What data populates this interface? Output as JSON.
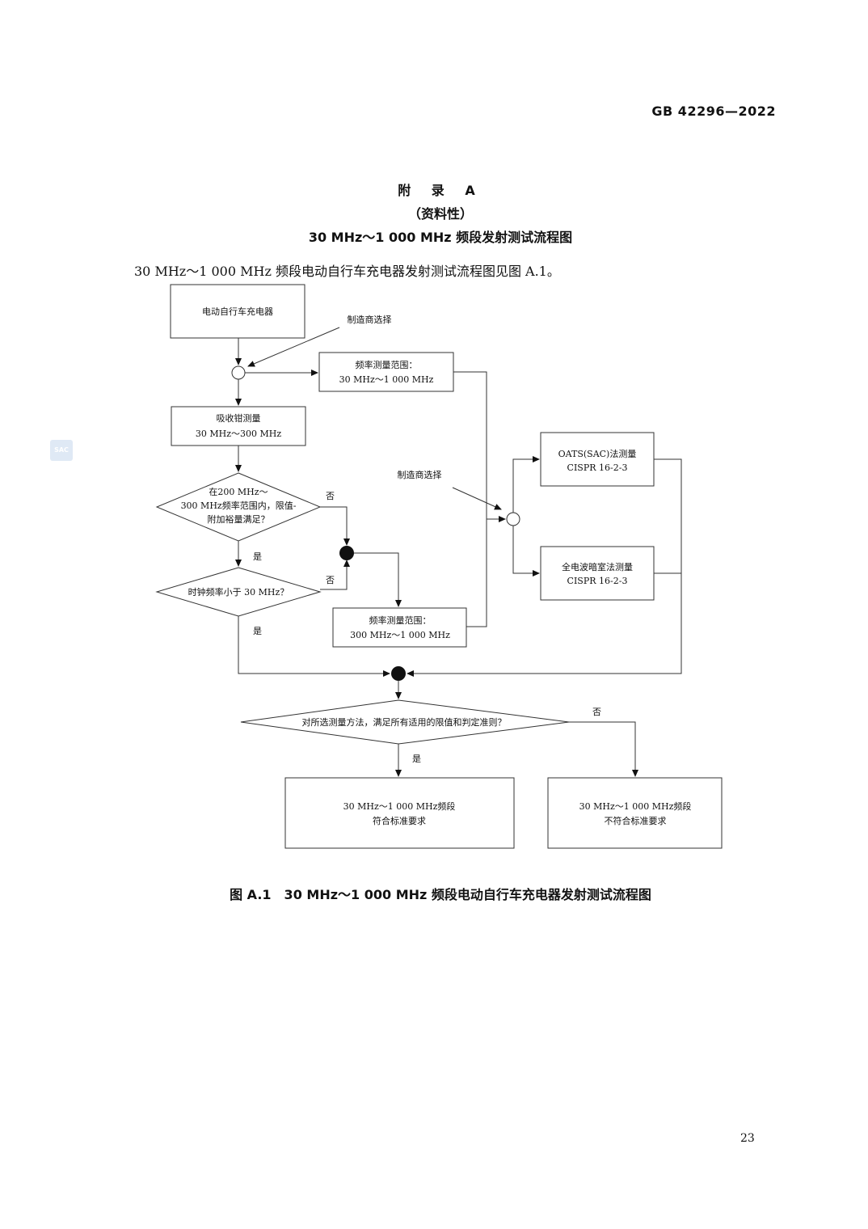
{
  "header": {
    "std_number": "GB 42296—2022"
  },
  "title": {
    "annex": "附 录 A",
    "nature": "（资料性）",
    "subject": "30 MHz～1 000 MHz 频段发射测试流程图"
  },
  "intro_text": "30 MHz～1 000 MHz 频段电动自行车充电器发射测试流程图见图 A.1。",
  "flowchart": {
    "start_box": "电动自行车充电器",
    "manufacturer_choice_1": "制造商选择",
    "freq_range_box_1": {
      "line1": "频率测量范围：",
      "line2": "30 MHz～1 000 MHz"
    },
    "clamp_box": {
      "line1": "吸收钳测量",
      "line2": "30 MHz～300 MHz"
    },
    "decision_1": {
      "line1": "在200 MHz～",
      "line2": "300 MHz频率范围内，限值-",
      "line3": "附加裕量满足？"
    },
    "decision_2": "时钟频率小于 30 MHz？",
    "freq_range_box_2": {
      "line1": "频率测量范围：",
      "line2": "300 MHz～1 000 MHz"
    },
    "manufacturer_choice_2": "制造商选择",
    "oats_box": {
      "line1": "OATS(SAC)法测量",
      "line2": "CISPR 16-2-3"
    },
    "fully_anechoic_box": {
      "line1": "全电波暗室法测量",
      "line2": "CISPR 16-2-3"
    },
    "decision_final": "对所选测量方法，满足所有适用的限值和判定准则？",
    "result_pass": {
      "line1": "30 MHz～1 000 MHz频段",
      "line2": "符合标准要求"
    },
    "result_fail": {
      "line1": "30 MHz～1 000 MHz频段",
      "line2": "不符合标准要求"
    },
    "label_no": "否",
    "label_yes": "是"
  },
  "figure_caption": "图 A.1　30 MHz～1 000 MHz 频段电动自行车充电器发射测试流程图",
  "page_number": "23"
}
